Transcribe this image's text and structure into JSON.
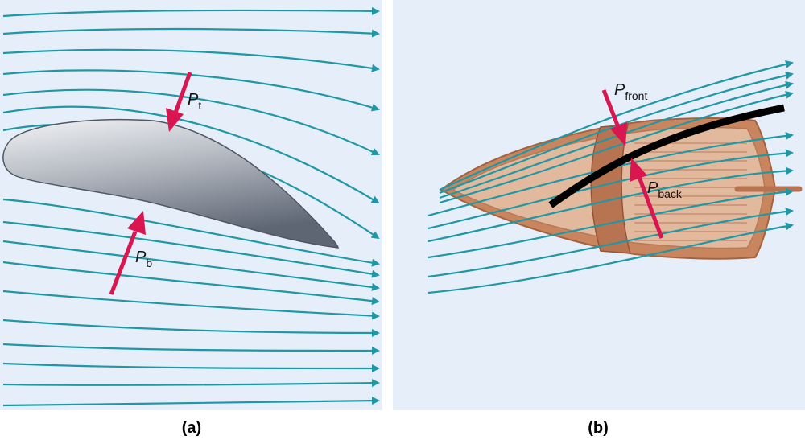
{
  "panel_a": {
    "caption": "(a)",
    "label_top": {
      "symbol": "P",
      "sub": "t"
    },
    "label_bottom": {
      "symbol": "P",
      "sub": "b"
    }
  },
  "panel_b": {
    "caption": "(b)",
    "label_front": {
      "symbol": "P",
      "sub": "front"
    },
    "label_back": {
      "symbol": "P",
      "sub": "back"
    }
  },
  "colors": {
    "background": "#e6eefa",
    "streamline": "#1f98a6",
    "pressure_arrow": "#d9164f",
    "wing_light": "#e4e6ea",
    "wing_dark": "#6f7784",
    "boat_hull": "#c9865e",
    "boat_deck": "#e3b99d",
    "boat_seat": "#b87451",
    "sail": "#000000"
  }
}
